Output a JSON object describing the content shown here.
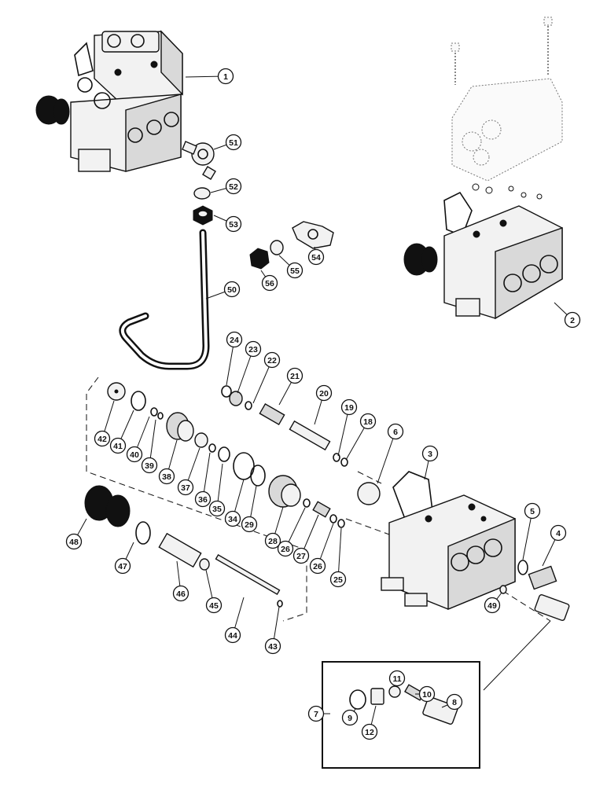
{
  "diagram": {
    "callouts": [
      {
        "id": "c1",
        "label": "1"
      },
      {
        "id": "c2",
        "label": "2"
      },
      {
        "id": "c3",
        "label": "3"
      },
      {
        "id": "c4",
        "label": "4"
      },
      {
        "id": "c5",
        "label": "5"
      },
      {
        "id": "c6",
        "label": "6"
      },
      {
        "id": "c7",
        "label": "7"
      },
      {
        "id": "c8",
        "label": "8"
      },
      {
        "id": "c9",
        "label": "9"
      },
      {
        "id": "c10",
        "label": "10"
      },
      {
        "id": "c11",
        "label": "11"
      },
      {
        "id": "c12",
        "label": "12"
      },
      {
        "id": "c18",
        "label": "18"
      },
      {
        "id": "c19",
        "label": "19"
      },
      {
        "id": "c20",
        "label": "20"
      },
      {
        "id": "c21",
        "label": "21"
      },
      {
        "id": "c22",
        "label": "22"
      },
      {
        "id": "c23",
        "label": "23"
      },
      {
        "id": "c24",
        "label": "24"
      },
      {
        "id": "c25",
        "label": "25"
      },
      {
        "id": "c26a",
        "label": "26"
      },
      {
        "id": "c26b",
        "label": "26"
      },
      {
        "id": "c27",
        "label": "27"
      },
      {
        "id": "c28",
        "label": "28"
      },
      {
        "id": "c29",
        "label": "29"
      },
      {
        "id": "c34",
        "label": "34"
      },
      {
        "id": "c35",
        "label": "35"
      },
      {
        "id": "c36",
        "label": "36"
      },
      {
        "id": "c37",
        "label": "37"
      },
      {
        "id": "c38",
        "label": "38"
      },
      {
        "id": "c39",
        "label": "39"
      },
      {
        "id": "c40",
        "label": "40"
      },
      {
        "id": "c41",
        "label": "41"
      },
      {
        "id": "c42",
        "label": "42"
      },
      {
        "id": "c43",
        "label": "43"
      },
      {
        "id": "c44",
        "label": "44"
      },
      {
        "id": "c45",
        "label": "45"
      },
      {
        "id": "c46",
        "label": "46"
      },
      {
        "id": "c47",
        "label": "47"
      },
      {
        "id": "c48",
        "label": "48"
      },
      {
        "id": "c49",
        "label": "49"
      },
      {
        "id": "c50",
        "label": "50"
      },
      {
        "id": "c51",
        "label": "51"
      },
      {
        "id": "c52",
        "label": "52"
      },
      {
        "id": "c53",
        "label": "53"
      },
      {
        "id": "c54",
        "label": "54"
      },
      {
        "id": "c55",
        "label": "55"
      },
      {
        "id": "c56",
        "label": "56"
      }
    ]
  }
}
